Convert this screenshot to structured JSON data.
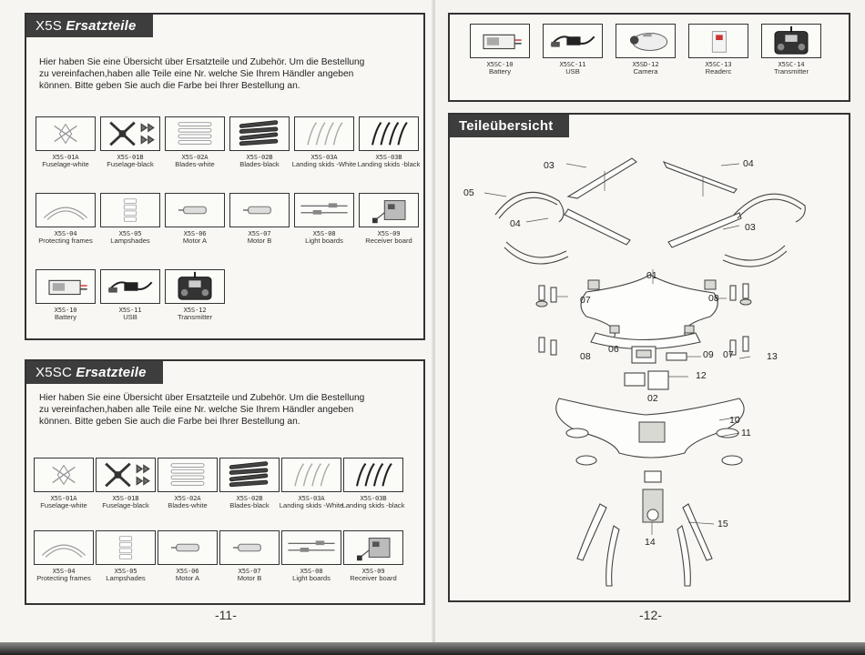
{
  "left_page": {
    "x5s": {
      "title_model": "X5S",
      "title_word": "Ersatzteile",
      "intro_lines": [
        "Hier haben Sie eine Übersicht über Ersatzteile und Zubehör. Um die Bestellung",
        "zu vereinfachen,haben alle Teile eine Nr. welche Sie Ihrem Händler angeben",
        "können. Bitte geben Sie auch die Farbe bei Ihrer Bestellung an."
      ],
      "parts": [
        {
          "code": "X5S-01A",
          "name": "Fuselage-white",
          "icon": "fuselage-white-icon"
        },
        {
          "code": "X5S-01B",
          "name": "Fuselage-black",
          "icon": "fuselage-black-icon"
        },
        {
          "code": "X5S-02A",
          "name": "Blades-white",
          "icon": "blades-white-icon"
        },
        {
          "code": "X5S-02B",
          "name": "Blades-black",
          "icon": "blades-black-icon"
        },
        {
          "code": "X5S-03A",
          "name": "Landing skids -White",
          "icon": "skids-white-icon"
        },
        {
          "code": "X5S-03B",
          "name": "Landing skids -black",
          "icon": "skids-black-icon"
        },
        {
          "code": "X5S-04",
          "name": "Protecting frames",
          "icon": "protecting-frame-icon"
        },
        {
          "code": "X5S-05",
          "name": "Lampshades",
          "icon": "lampshade-icon"
        },
        {
          "code": "X5S-06",
          "name": "Motor A",
          "icon": "motor-icon"
        },
        {
          "code": "X5S-07",
          "name": "Motor B",
          "icon": "motor-icon"
        },
        {
          "code": "X5S-08",
          "name": "Light boards",
          "icon": "light-board-icon"
        },
        {
          "code": "X5S-09",
          "name": "Receiver board",
          "icon": "receiver-board-icon"
        },
        {
          "code": "X5S-10",
          "name": "Battery",
          "icon": "battery-icon"
        },
        {
          "code": "X5S-11",
          "name": "USB",
          "icon": "usb-charger-icon"
        },
        {
          "code": "X5S-12",
          "name": "Transmitter",
          "icon": "transmitter-icon"
        }
      ]
    },
    "x5sc": {
      "title_model": "X5SC",
      "title_word": "Ersatzteile",
      "intro_lines": [
        "Hier haben Sie eine Übersicht über Ersatzteile und Zubehör. Um die Bestellung",
        "zu vereinfachen,haben alle Teile eine Nr. welche Sie Ihrem Händler angeben",
        "können. Bitte geben Sie auch die Farbe bei Ihrer Bestellung an."
      ],
      "parts": [
        {
          "code": "X5S-01A",
          "name": "Fuselage-white",
          "icon": "fuselage-white-icon"
        },
        {
          "code": "X5S-01B",
          "name": "Fuselage-black",
          "icon": "fuselage-black-icon"
        },
        {
          "code": "X5S-02A",
          "name": "Blades-white",
          "icon": "blades-white-icon"
        },
        {
          "code": "X5S-02B",
          "name": "Blades-black",
          "icon": "blades-black-icon"
        },
        {
          "code": "X5S-03A",
          "name": "Landing skids -White",
          "icon": "skids-white-icon"
        },
        {
          "code": "X5S-03B",
          "name": "Landing skids -black",
          "icon": "skids-black-icon"
        },
        {
          "code": "X5S-04",
          "name": "Protecting frames",
          "icon": "protecting-frame-icon"
        },
        {
          "code": "X5S-05",
          "name": "Lampshades",
          "icon": "lampshade-icon"
        },
        {
          "code": "X5S-06",
          "name": "Motor A",
          "icon": "motor-icon"
        },
        {
          "code": "X5S-07",
          "name": "Motor B",
          "icon": "motor-icon"
        },
        {
          "code": "X5S-08",
          "name": "Light boards",
          "icon": "light-board-icon"
        },
        {
          "code": "X5S-09",
          "name": "Receiver board",
          "icon": "receiver-board-icon"
        }
      ]
    },
    "page_number": "-11-"
  },
  "right_page": {
    "accessories": [
      {
        "code": "X5SC-10",
        "name": "Battery",
        "icon": "battery-icon"
      },
      {
        "code": "X5SC-11",
        "name": "USB",
        "icon": "usb-charger-icon"
      },
      {
        "code": "X5SD-12",
        "name": "Camera",
        "icon": "camera-icon"
      },
      {
        "code": "X5SC-13",
        "name": "Readerc",
        "icon": "card-reader-icon"
      },
      {
        "code": "X5SC-14",
        "name": "Transmitter",
        "icon": "transmitter-icon"
      }
    ],
    "overview_title": "Teileübersicht",
    "part_numbers": [
      "03",
      "04",
      "05",
      "04",
      "03",
      "01",
      "07",
      "08",
      "08",
      "06",
      "09",
      "07",
      "13",
      "12",
      "02",
      "10",
      "11",
      "14",
      "15"
    ],
    "page_number": "-12-"
  }
}
